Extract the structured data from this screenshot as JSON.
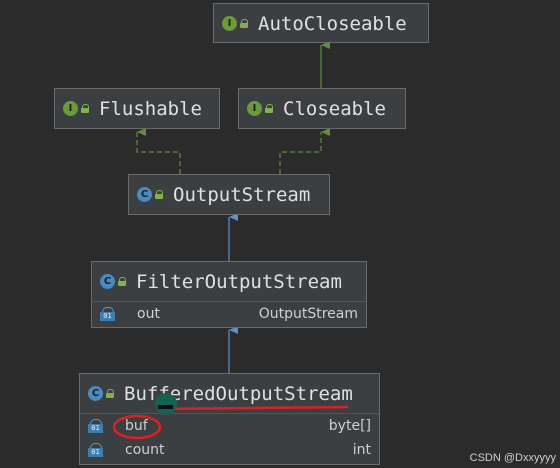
{
  "nodes": {
    "autocloseable": {
      "name": "AutoCloseable",
      "kind": "I"
    },
    "flushable": {
      "name": "Flushable",
      "kind": "I"
    },
    "closeable": {
      "name": "Closeable",
      "kind": "I"
    },
    "outputstream": {
      "name": "OutputStream",
      "kind": "C"
    },
    "filteroutputstream": {
      "name": "FilterOutputStream",
      "kind": "C",
      "fields": [
        {
          "name": "out",
          "type": "OutputStream",
          "icon": "01"
        }
      ]
    },
    "bufferedoutputstream": {
      "name": "BufferedOutputStream",
      "kind": "C",
      "fields": [
        {
          "name": "buf",
          "type": "byte[]",
          "icon": "01"
        },
        {
          "name": "count",
          "type": "int",
          "icon": "01"
        }
      ]
    }
  },
  "colors": {
    "interface_badge": "#6a9a3a",
    "class_badge": "#4a8bbf",
    "implements_arrow": "#5f8f3c",
    "extends_arrow": "#5b8fd6",
    "annotation": "#e02020"
  },
  "watermark": "CSDN @Dxxyyyy"
}
